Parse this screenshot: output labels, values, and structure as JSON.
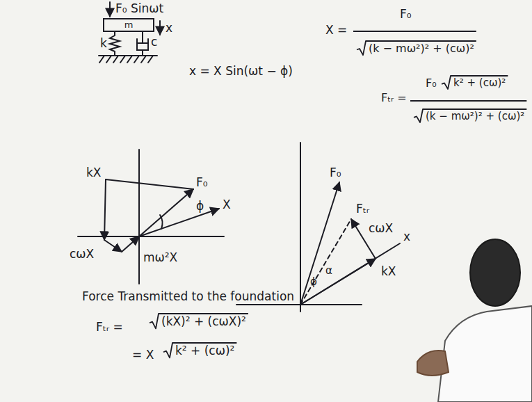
{
  "diagram": {
    "nodes": [
      {
        "text": [
          "m"
        ]
      }
    ],
    "labels": [
      "F₀ Sinωt",
      "x",
      "k",
      "c",
      "x = X Sin(ωt − ϕ)",
      "X =",
      "F₀",
      "(k − mω²)² + (cω)²",
      "Fₜᵣ =",
      "F₀",
      "k² + (cω)²",
      "(k − mω²)² + (cω)²",
      "kX",
      "F₀",
      "ϕ",
      "X",
      "cωX",
      "mω²X",
      "F₀",
      "Fₜᵣ",
      "cωX",
      "ϕ",
      "α",
      "kX",
      "x",
      "Force Transmitted to the foundation",
      "Fₜᵣ =",
      "(kX)² + (cωX)²",
      "= X",
      "k² + (cω)²"
    ]
  }
}
